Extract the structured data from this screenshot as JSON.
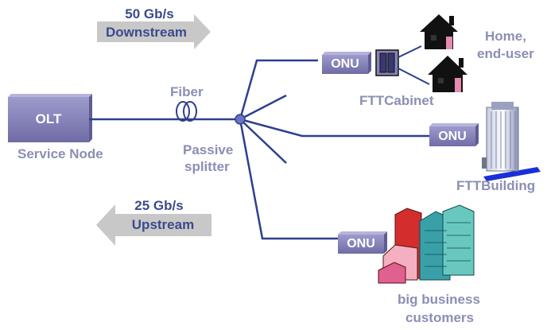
{
  "downstream": {
    "rate": "50 Gb/s",
    "label": "Downstream"
  },
  "upstream": {
    "rate": "25 Gb/s",
    "label": "Upstream"
  },
  "olt": {
    "label": "OLT",
    "caption": "Service Node"
  },
  "fiber": {
    "label": "Fiber"
  },
  "splitter": {
    "label_line1": "Passive",
    "label_line2": "splitter"
  },
  "onus": [
    {
      "label": "ONU"
    },
    {
      "label": "ONU"
    },
    {
      "label": "ONU"
    }
  ],
  "home": {
    "line1": "Home,",
    "line2": "end-user"
  },
  "cabinet": {
    "label": "FTTCabinet"
  },
  "building": {
    "label": "FTTBuilding"
  },
  "business": {
    "line1": "big business",
    "line2": "customers"
  },
  "colors": {
    "accent": "#8a8fb4",
    "line": "#2e3f8f",
    "arrow": "#c8c8c8",
    "box": "#8683b8"
  }
}
